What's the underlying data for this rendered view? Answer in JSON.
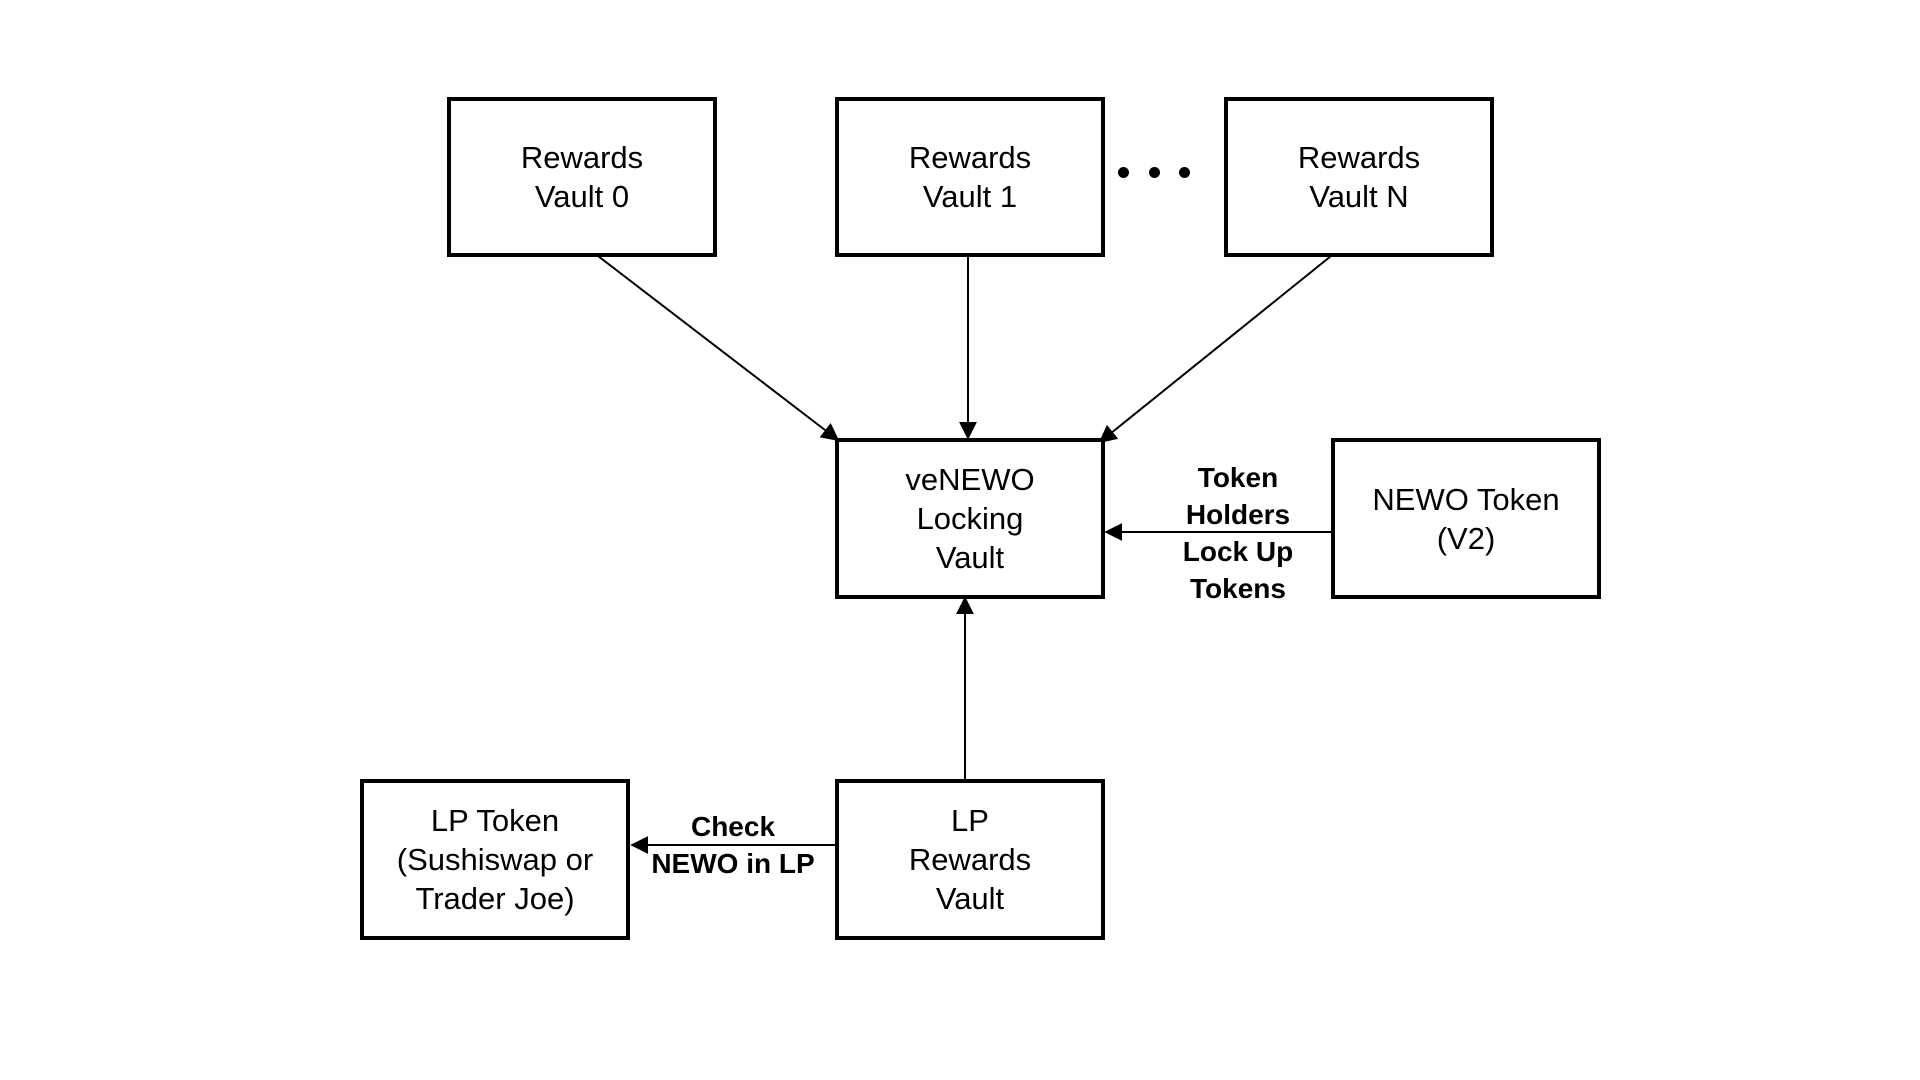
{
  "nodes": {
    "rewards_vault_0": {
      "label": "Rewards\nVault 0"
    },
    "rewards_vault_1": {
      "label": "Rewards\nVault 1"
    },
    "rewards_vault_n": {
      "label": "Rewards\nVault N"
    },
    "venewo_locking_vault": {
      "label": "veNEWO\nLocking\nVault"
    },
    "newo_token": {
      "label": "NEWO Token\n(V2)"
    },
    "lp_rewards_vault": {
      "label": "LP\nRewards\nVault"
    },
    "lp_token": {
      "label": "LP Token\n(Sushiswap or\nTrader Joe)"
    }
  },
  "edges": {
    "newo_to_venewo": {
      "label": "Token\nHolders\nLock Up\nTokens"
    },
    "lp_vault_to_lp_token": {
      "label": "Check\nNEWO in LP"
    }
  },
  "ellipsis": {
    "icon": "ellipsis-icon"
  },
  "colors": {
    "stroke": "#000000",
    "background": "#ffffff"
  }
}
